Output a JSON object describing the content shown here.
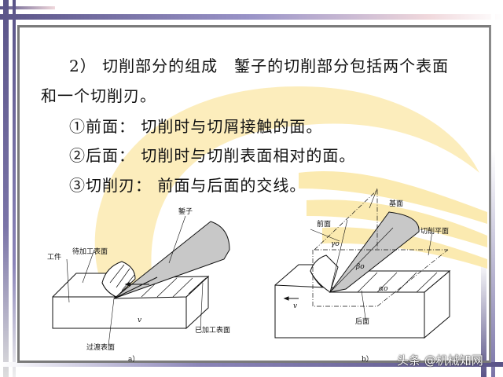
{
  "slide": {
    "paragraph": {
      "line1": "2） 切削部分的组成　錾子的切削部分包括两个表面",
      "line2": "和一个切削刃。"
    },
    "items": [
      "①前面： 切削时与切屑接触的面。",
      "②后面： 切削时与切削表面相对的面。",
      "③切削刃： 前面与后面的交线。"
    ]
  },
  "figure_a": {
    "caption": "a）",
    "labels": {
      "chisel": "錾子",
      "workpiece": "工件",
      "to_be_machined": "待加工表面",
      "machined": "已加工表面",
      "transition": "过渡表面",
      "velocity": "v"
    }
  },
  "figure_b": {
    "caption": "b）",
    "labels": {
      "base_plane": "基面",
      "rake_face": "前面",
      "cutting_plane": "切削平面",
      "flank_face": "后面",
      "gamma": "γo",
      "beta": "βo",
      "alpha": "αo",
      "velocity": "v"
    }
  },
  "watermark": "头条 @机械知网",
  "colors": {
    "frame": "#5a5488",
    "swoosh": "#fbeab0",
    "chisel": "#c8c8c8"
  }
}
